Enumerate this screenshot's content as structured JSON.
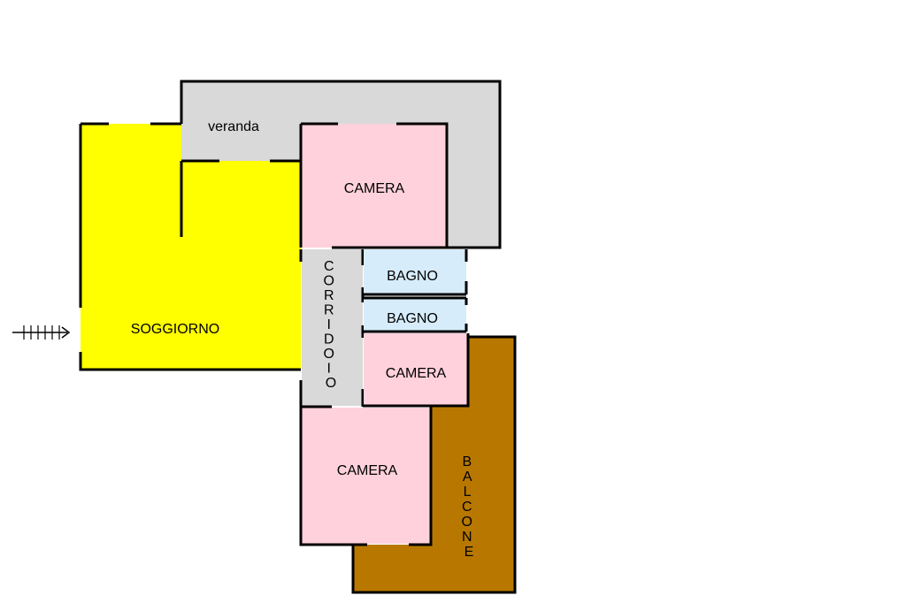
{
  "floorplan": {
    "rooms": {
      "veranda": {
        "label": "veranda",
        "color": "#d9d9d9"
      },
      "soggiorno": {
        "label": "SOGGIORNO",
        "color": "#ffff00"
      },
      "camera_1": {
        "label": "CAMERA",
        "color": "#ffd1dc"
      },
      "camera_2": {
        "label": "CAMERA",
        "color": "#ffd1dc"
      },
      "camera_3": {
        "label": "CAMERA",
        "color": "#ffd1dc"
      },
      "bagno_1": {
        "label": "BAGNO",
        "color": "#d6ecfa"
      },
      "bagno_2": {
        "label": "BAGNO",
        "color": "#d6ecfa"
      },
      "corridoio": {
        "label": "CORRIDOIO",
        "letters": [
          "C",
          "O",
          "R",
          "R",
          "I",
          "D",
          "O",
          "I",
          "O"
        ],
        "color": "#d9d9d9"
      },
      "balcone": {
        "label": "BALCONE",
        "letters": [
          "B",
          "A",
          "L",
          "C",
          "O",
          "N",
          "E"
        ],
        "color": "#b87800"
      }
    },
    "entrance_marker": "arrow-icon"
  }
}
